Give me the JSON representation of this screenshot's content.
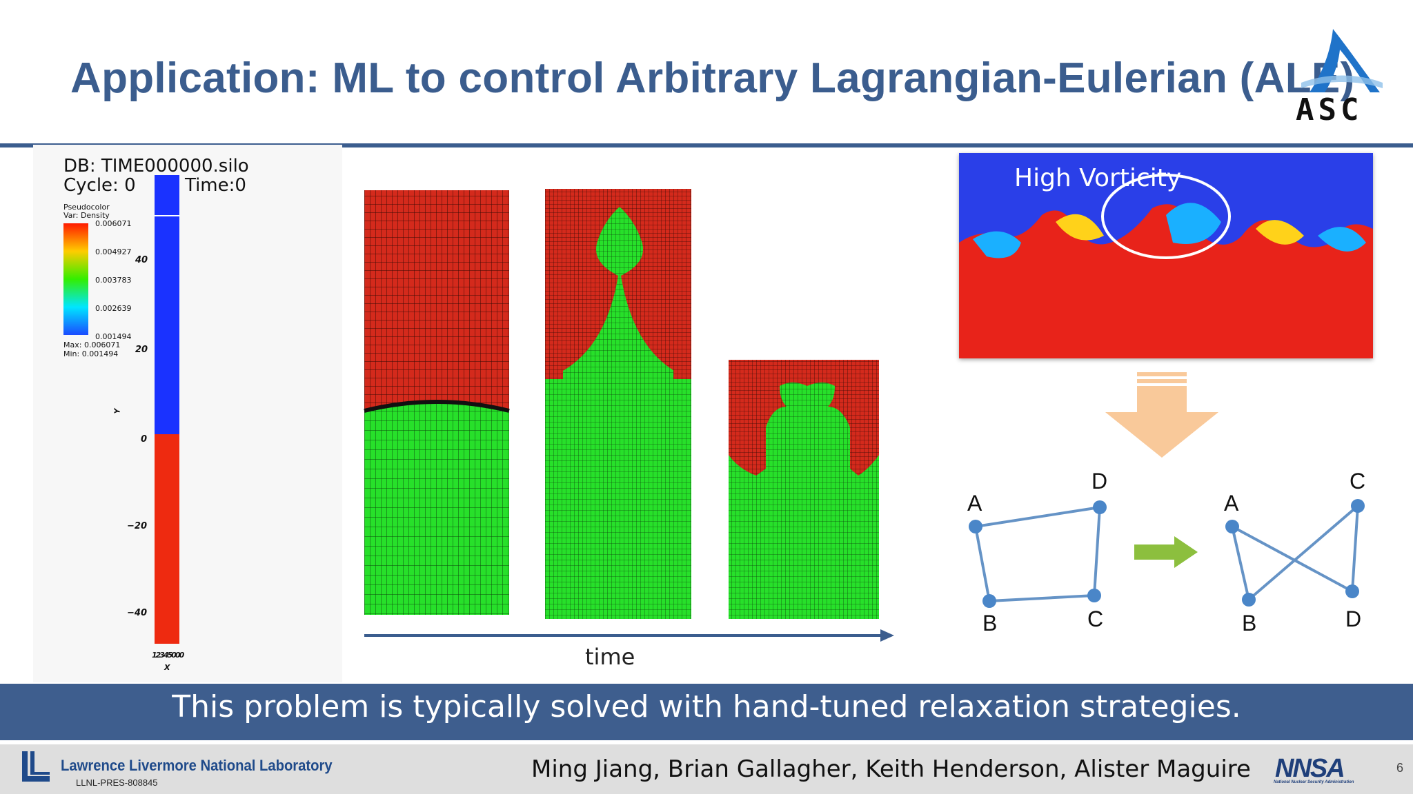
{
  "slide": {
    "title": "Application: ML to control Arbitrary Lagrangian-Eulerian (ALE)",
    "logo_text": "ASC",
    "banner": "This problem is typically solved with hand-tuned relaxation strategies.",
    "authors": "Ming Jiang, Brian Gallagher, Keith Henderson, Alister Maguire",
    "page_number": "6",
    "lab_name": "Lawrence Livermore National Laboratory",
    "lab_id": "LLNL-PRES-808845",
    "nnsa_logo_text": "NNSA",
    "nnsa_caption": "National Nuclear Security Administration"
  },
  "visit": {
    "db": "DB: TIME000000.silo",
    "cycle": "Cycle: 0",
    "time": "Time:0",
    "plot_type": "Pseudocolor",
    "var": "Var: Density",
    "legend_ticks": [
      "0.006071",
      "0.004927",
      "0.003783",
      "0.002639",
      "0.001494"
    ],
    "max": "Max:  0.006071",
    "min": "Min:  0.001494",
    "y_ticks": [
      "40",
      "20",
      "0",
      "−20",
      "−40"
    ],
    "y_label": "Y",
    "x_ticks": "12345000",
    "x_label": "X"
  },
  "mesh": {
    "time_label": "time"
  },
  "vorticity": {
    "label": "High Vorticity"
  },
  "graphs": {
    "left_labels": [
      "A",
      "D",
      "B",
      "C"
    ],
    "right_labels": [
      "A",
      "C",
      "B",
      "D"
    ]
  },
  "colors": {
    "title_blue": "#3b5d8e",
    "banner_blue": "#3e5e8e",
    "node_blue": "#4a86c8",
    "mesh_red": "#d42a1c",
    "mesh_green": "#27e02a",
    "arrow_peach": "#f9c99a",
    "arrow_green": "#8cbf3e"
  }
}
